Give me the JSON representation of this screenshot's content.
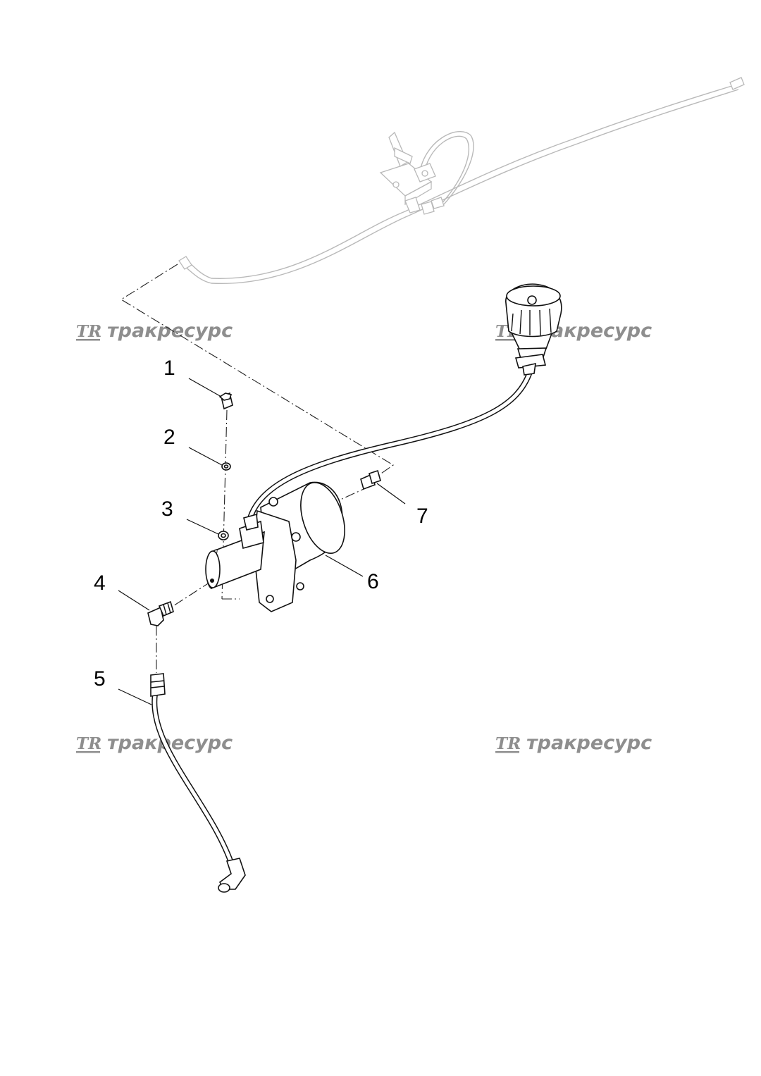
{
  "watermark": {
    "logo": "TR",
    "text": "тракресурс"
  },
  "callouts": [
    "1",
    "2",
    "3",
    "4",
    "5",
    "6",
    "7"
  ]
}
